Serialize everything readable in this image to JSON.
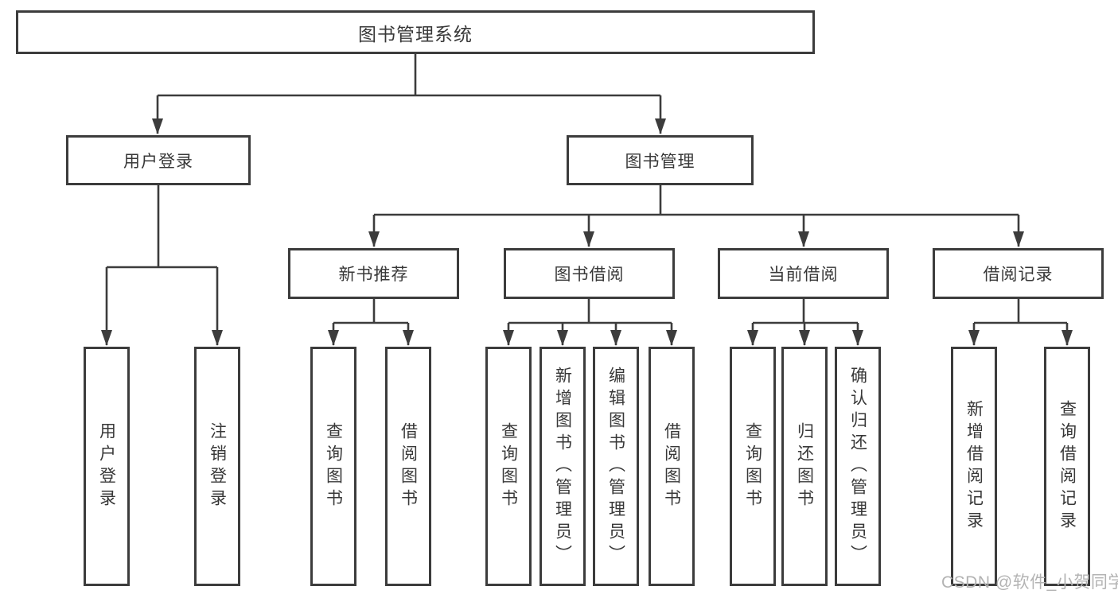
{
  "diagram": {
    "root": {
      "label": "图书管理系统"
    },
    "level2": {
      "user_login": {
        "label": "用户登录"
      },
      "book_mgmt": {
        "label": "图书管理"
      }
    },
    "level3": {
      "new_books": {
        "label": "新书推荐"
      },
      "borrowing": {
        "label": "图书借阅"
      },
      "current": {
        "label": "当前借阅"
      },
      "records": {
        "label": "借阅记录"
      }
    },
    "leaves": {
      "user_login": [
        "用户登录",
        "注销登录"
      ],
      "new_books": [
        "查询图书",
        "借阅图书"
      ],
      "borrowing": [
        "查询图书",
        "新增图书（管理员）",
        "编辑图书（管理员）",
        "借阅图书"
      ],
      "current": [
        "查询图书",
        "归还图书",
        "确认归还（管理员）"
      ],
      "records": [
        "新增借阅记录",
        "查询借阅记录"
      ]
    }
  },
  "watermark": "CSDN @软件_小贺同学",
  "colors": {
    "line": "#3c3c3c",
    "text": "#383838",
    "background": "#ffffff",
    "watermark": "#b3b3b3"
  }
}
